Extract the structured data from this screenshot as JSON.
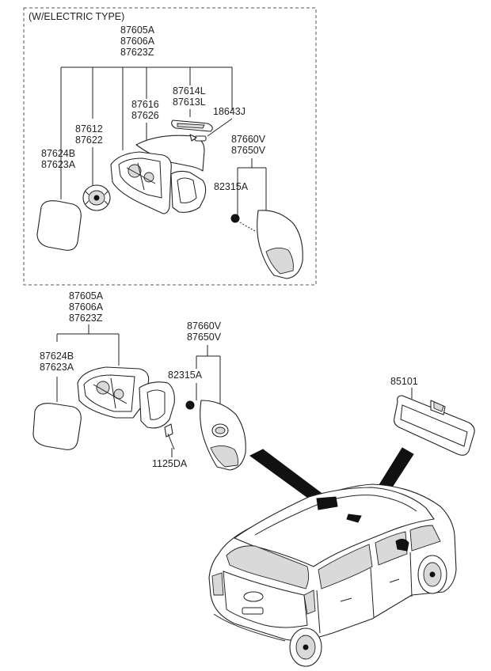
{
  "diagram": {
    "group_title": "(W/ELECTRIC TYPE)",
    "electric_group": {
      "mirror_assy": [
        "87605A",
        "87606A",
        "87623Z"
      ],
      "mirror_glass": [
        "87624B",
        "87623A"
      ],
      "actuator": [
        "87612",
        "87622"
      ],
      "housing": [
        "87616",
        "87626"
      ],
      "side_repeater": [
        "87614L",
        "87613L"
      ],
      "bulb": "18643J",
      "cover": [
        "87660V",
        "87650V"
      ],
      "screw": "82315A"
    },
    "manual_group": {
      "mirror_assy": [
        "87605A",
        "87606A",
        "87623Z"
      ],
      "mirror_glass": [
        "87624B",
        "87623A"
      ],
      "cover": [
        "87660V",
        "87650V"
      ],
      "screw": "82315A",
      "bolt": "1125DA"
    },
    "inside_mirror": "85101"
  }
}
